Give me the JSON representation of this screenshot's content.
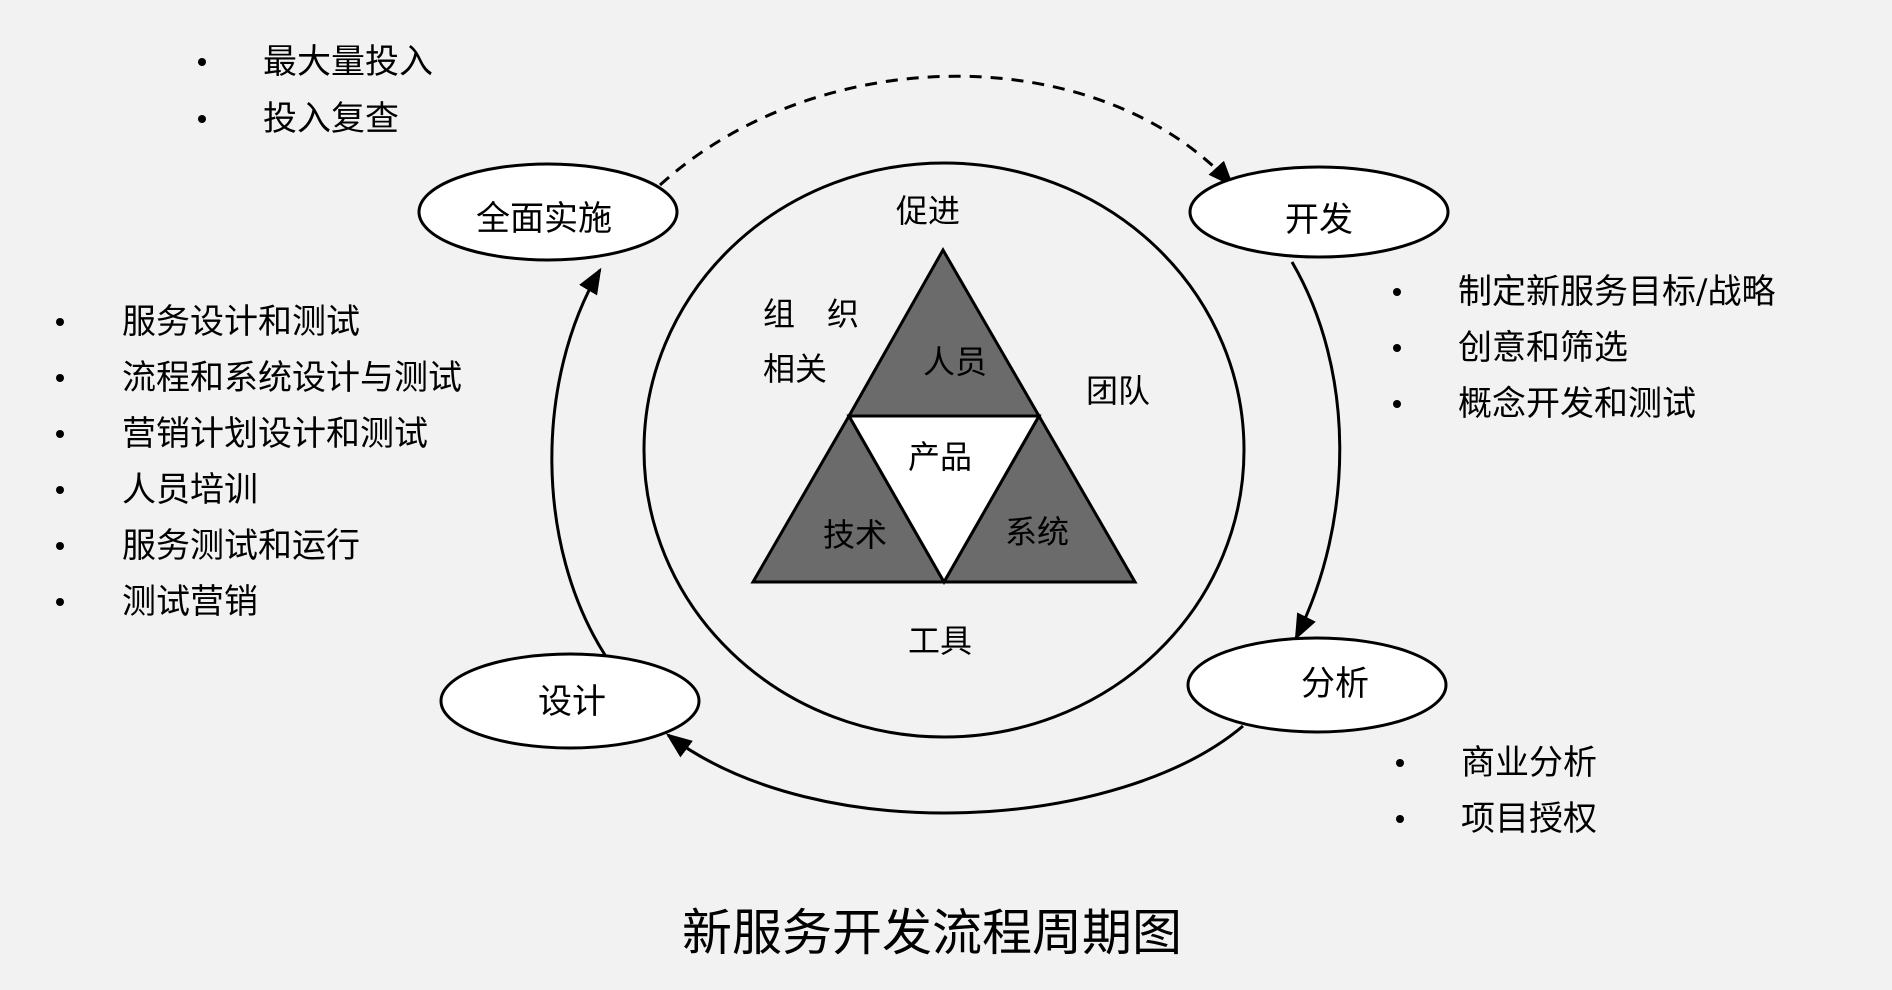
{
  "title": "新服务开发流程周期图",
  "stages": {
    "full_implementation": "全面实施",
    "development": "开发",
    "analysis": "分析",
    "design": "设计"
  },
  "center": {
    "top": "促进",
    "bottom": "工具",
    "left_line1": "组　织",
    "left_line2": "相关",
    "right": "团队",
    "triangle_top": "人员",
    "triangle_center": "产品",
    "triangle_left": "技术",
    "triangle_right": "系统"
  },
  "lists": {
    "full_implementation": [
      "最大量投入",
      "投入复查"
    ],
    "design": [
      "服务设计和测试",
      "流程和系统设计与测试",
      "营销计划设计和测试",
      "人员培训",
      "服务测试和运行",
      "测试营销"
    ],
    "development": [
      "制定新服务目标/战略",
      "创意和筛选",
      "概念开发和测试"
    ],
    "analysis": [
      "商业分析",
      "项目授权"
    ]
  },
  "colors": {
    "background": "#f2f2f2",
    "triangle_fill": "#6b6b6b",
    "line": "#000000"
  }
}
